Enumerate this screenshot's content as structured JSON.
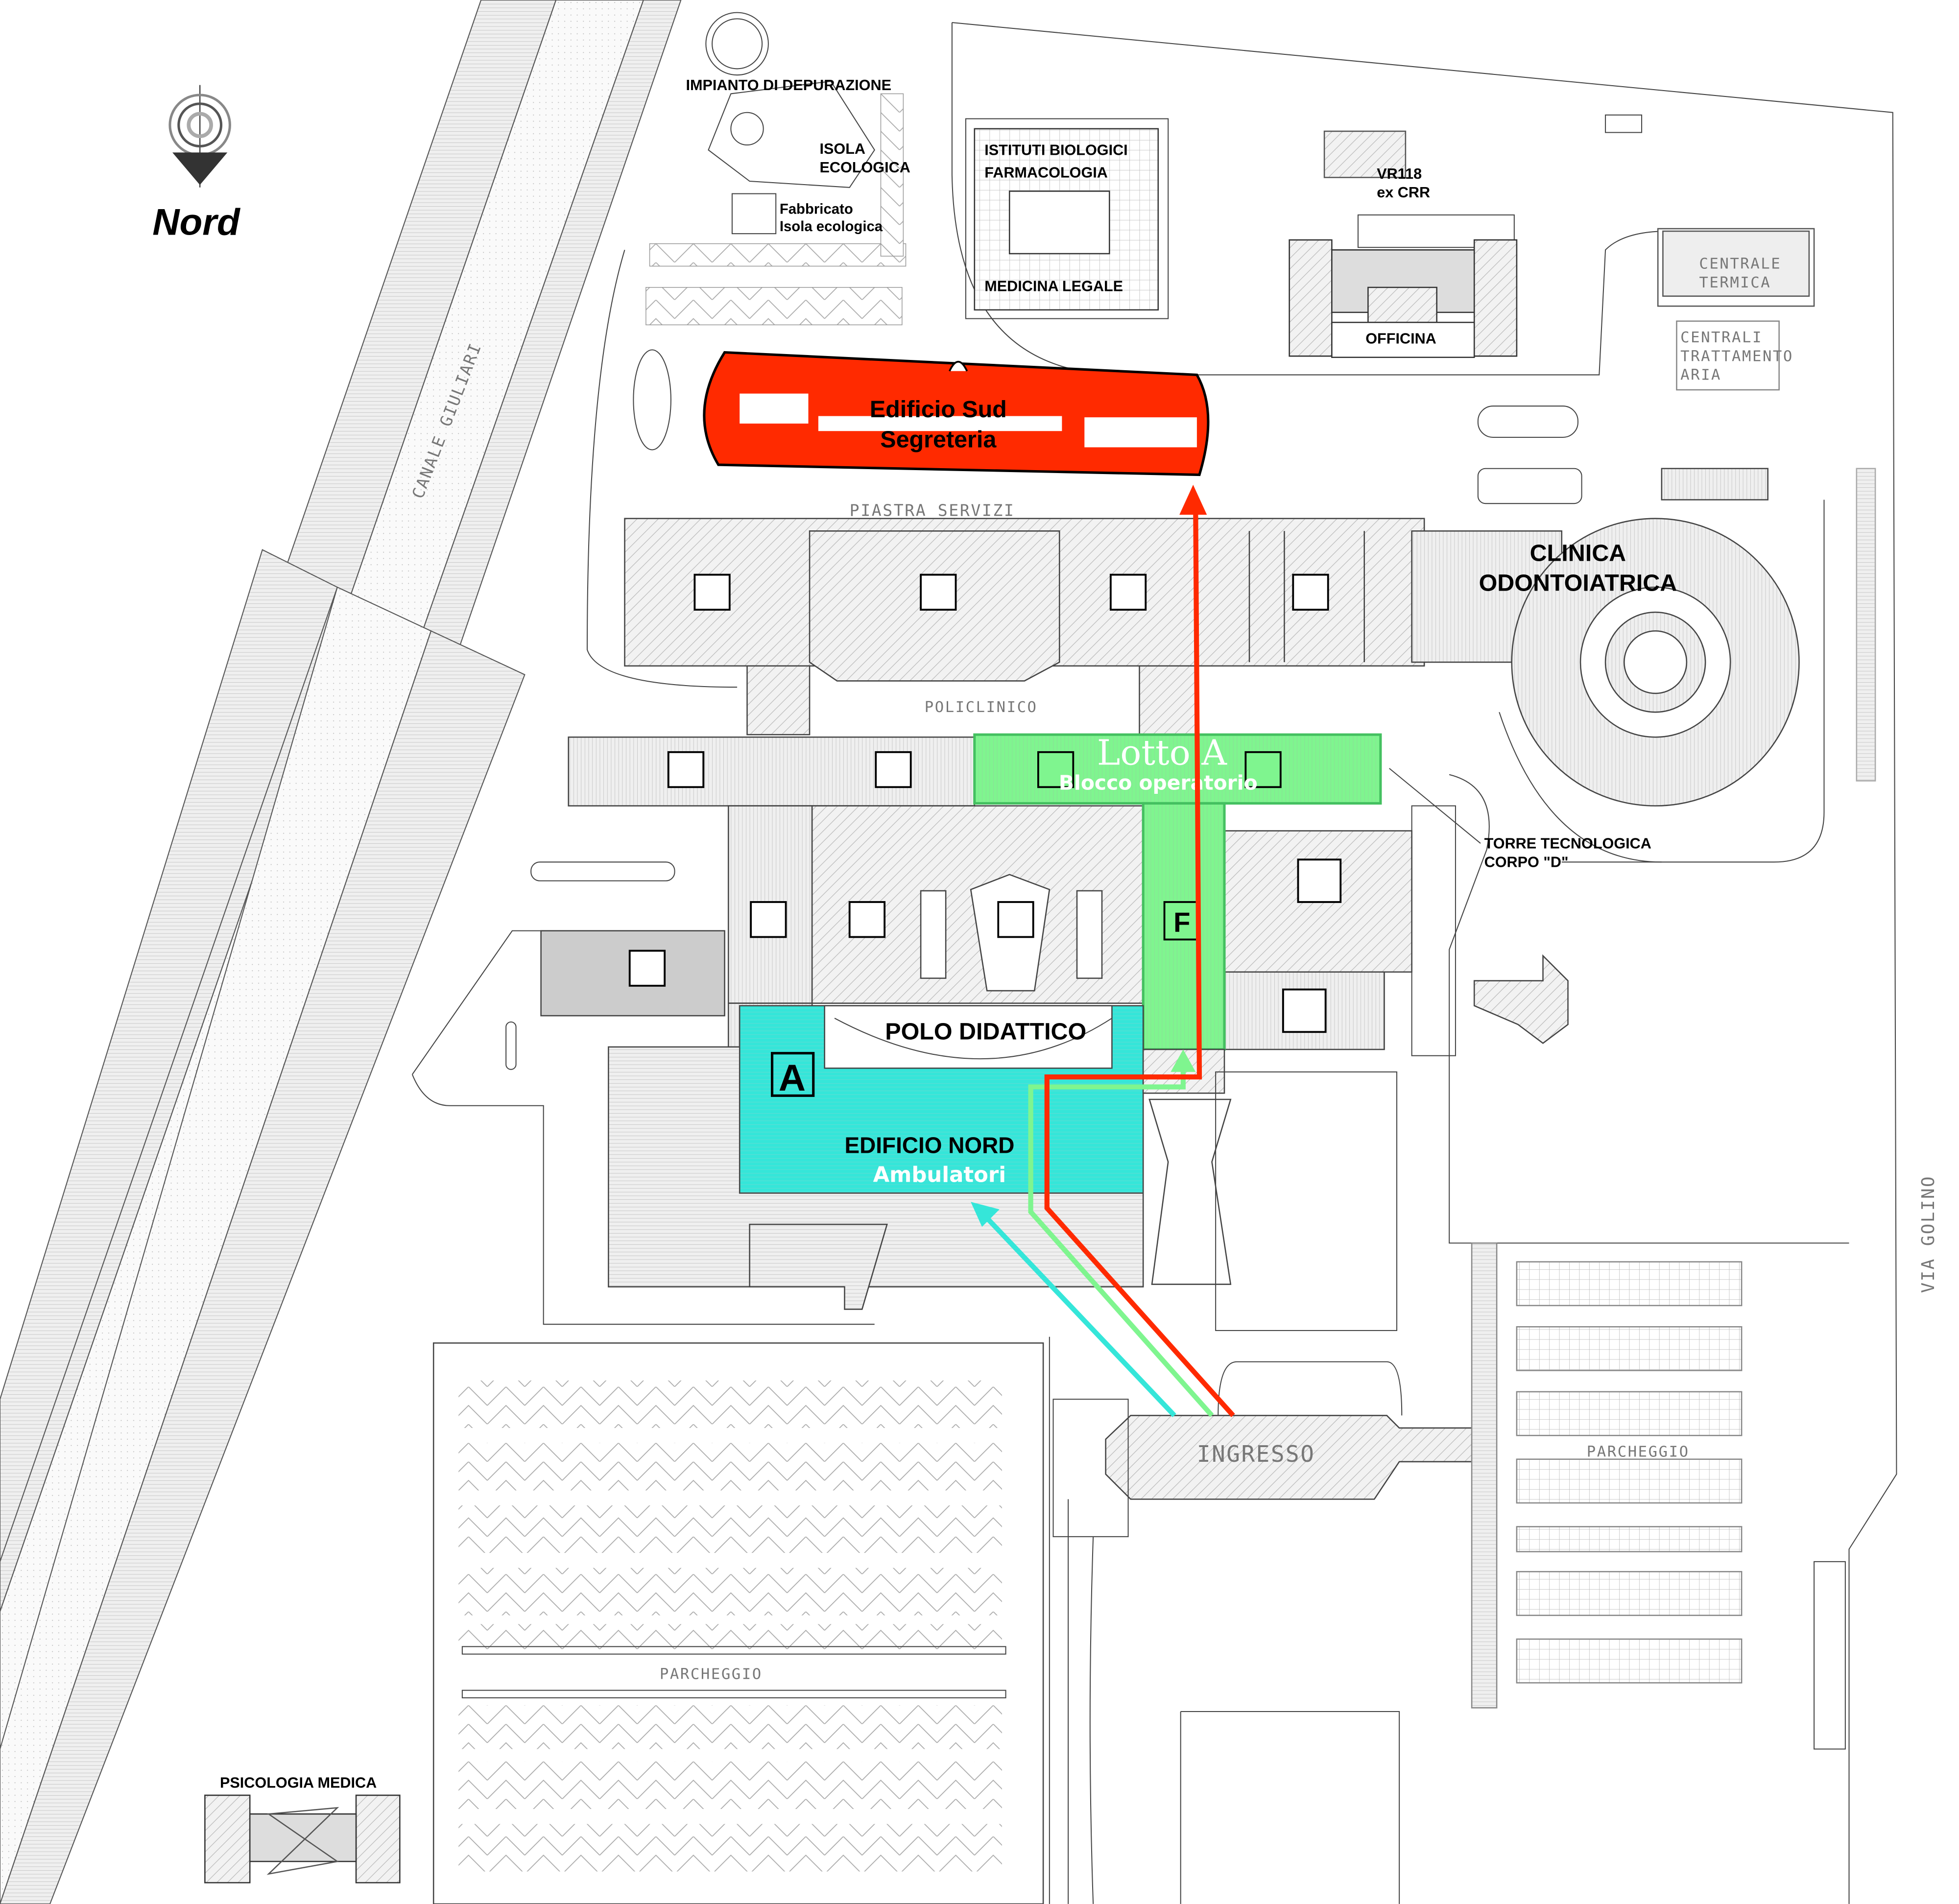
{
  "compass": {
    "label": "Nord"
  },
  "colors": {
    "route_red": "#ff2a00",
    "route_green": "#7ff58f",
    "route_cyan": "#35e6d9"
  },
  "labels": {
    "impianto": "IMPIANTO DI DEPURAZIONE",
    "isola": [
      "ISOLA",
      "ECOLOGICA"
    ],
    "fabbricato": [
      "Fabbricato",
      "Isola ecologica"
    ],
    "istituti": [
      "ISTITUTI BIOLOGICI",
      "FARMACOLOGIA"
    ],
    "medicina_legale": "MEDICINA LEGALE",
    "vr118": [
      "VR118",
      "ex CRR"
    ],
    "officina": "OFFICINA",
    "centrale_termica": [
      "CENTRALE",
      "TERMICA"
    ],
    "centrali_aria": [
      "CENTRALI",
      "TRATTAMENTO",
      "ARIA"
    ],
    "canale": "CANALE GIULIARI",
    "edificio_sud": [
      "Edificio Sud",
      "Segreteria"
    ],
    "piastra": "PIASTRA SERVIZI",
    "clinica": [
      "CLINICA",
      "ODONTOIATRICA"
    ],
    "policlinico": "POLICLINICO",
    "lotto": [
      "Lotto A",
      "Blocco operatorio"
    ],
    "torre": [
      "TORRE TECNOLOGICA",
      "CORPO \"D\""
    ],
    "marker_f": "F",
    "marker_a": "A",
    "polo": "POLO DIDATTICO",
    "edificio_nord": [
      "EDIFICIO NORD",
      "Ambulatori"
    ],
    "ingresso": "INGRESSO",
    "parcheggio_left": "PARCHEGGIO",
    "parcheggio_right": "PARCHEGGIO",
    "via_golino": "VIA GOLINO",
    "psicologia": "PSICOLOGIA MEDICA"
  }
}
